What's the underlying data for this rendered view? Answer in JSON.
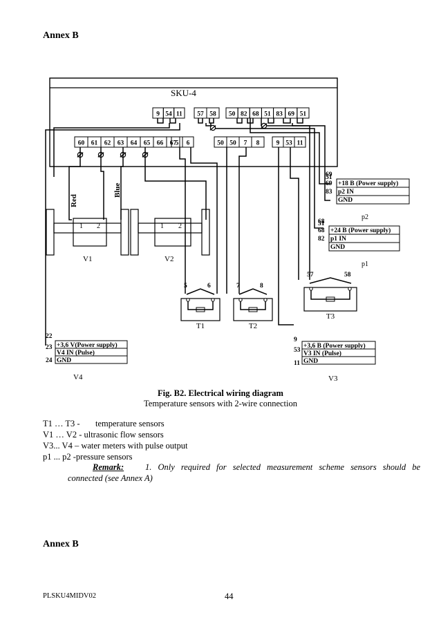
{
  "header": {
    "title": "Annex B"
  },
  "diagram": {
    "sku_label": "SKU-4",
    "top_terms_a": [
      "9",
      "54",
      "11"
    ],
    "top_terms_b": [
      "57",
      "58"
    ],
    "top_terms_c": [
      "50",
      "82",
      "68",
      "51",
      "83",
      "69",
      "51"
    ],
    "mid_terms_a": [
      "60",
      "61",
      "62",
      "63",
      "64",
      "65",
      "66",
      "67"
    ],
    "mid_terms_b": [
      "5",
      "6"
    ],
    "mid_terms_c": [
      "50",
      "50",
      "7",
      "8"
    ],
    "mid_terms_d": [
      "9",
      "53",
      "11"
    ],
    "wire_red": "Red",
    "wire_blue": "Blue",
    "v1": {
      "label": "V1",
      "pin1": "1",
      "pin2": "2"
    },
    "v2": {
      "label": "V2",
      "pin1": "1",
      "pin2": "2"
    },
    "p2": {
      "label": "p2",
      "nums": [
        "51",
        "69",
        "83"
      ],
      "rows": [
        "+18 В (Power supply)",
        "p2 IN",
        "GND"
      ]
    },
    "p1": {
      "label": "p1",
      "nums": [
        "51",
        "68",
        "82"
      ],
      "rows": [
        "+24 В (Power supply)",
        "p1 IN",
        "GND"
      ]
    },
    "t1": {
      "label": "T1",
      "a": "5",
      "b": "6"
    },
    "t2": {
      "label": "T2",
      "a": "7",
      "b": "8"
    },
    "t3": {
      "label": "T3",
      "a": "57",
      "b": "58"
    },
    "v4": {
      "label": "V4",
      "nums": [
        "22",
        "23",
        "24"
      ],
      "rows": [
        "+3,6 V(Power supply)",
        "V4 IN (Pulse)",
        "GND"
      ]
    },
    "v3": {
      "label": "V3",
      "nums": [
        "9",
        "53",
        "11"
      ],
      "rows": [
        "+3,6 В (Power supply)",
        "V3 IN (Pulse)",
        "GND"
      ]
    }
  },
  "caption": {
    "title": "Fig. B2. Electrical wiring diagram",
    "subtitle": "Temperature sensors with 2-wire connection"
  },
  "legend": {
    "line1_key": "T1 … T3 -",
    "line1_val": "temperature sensors",
    "line2": "V1 … V2 -  ultrasonic flow sensors",
    "line3": "V3... V4 –  water meters with pulse output",
    "line4": "p1 ... p2  -pressure sensors"
  },
  "remark": {
    "label": "Remark:",
    "text1": "1. Only required for selected measurement scheme sensors should be",
    "text2": "connected  (see Annex A)"
  },
  "footer": {
    "annex": "Annex B",
    "doc_id": "PLSKU4MIDV02",
    "page": "44"
  }
}
